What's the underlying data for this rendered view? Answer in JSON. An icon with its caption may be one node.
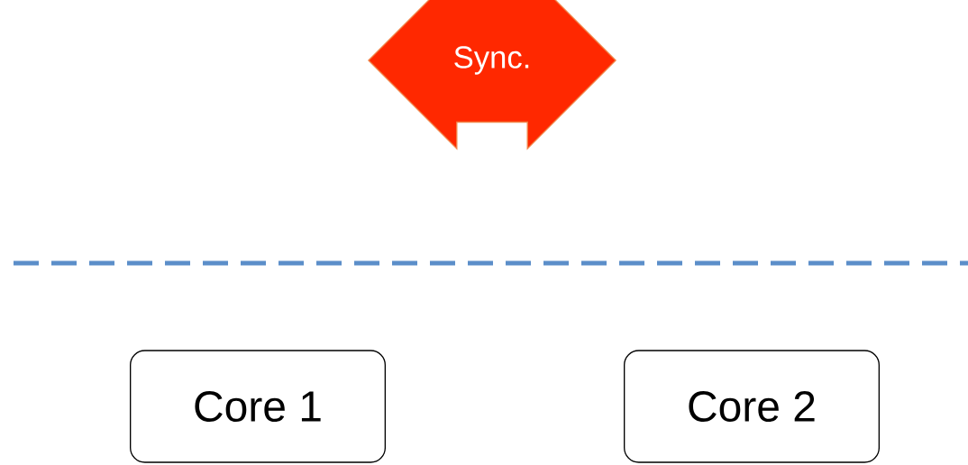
{
  "diagram": {
    "nodes": [
      {
        "text": [
          "Sync."
        ]
      },
      {
        "text": [
          "Core 1"
        ]
      },
      {
        "text": [
          "Core 2"
        ]
      }
    ]
  }
}
